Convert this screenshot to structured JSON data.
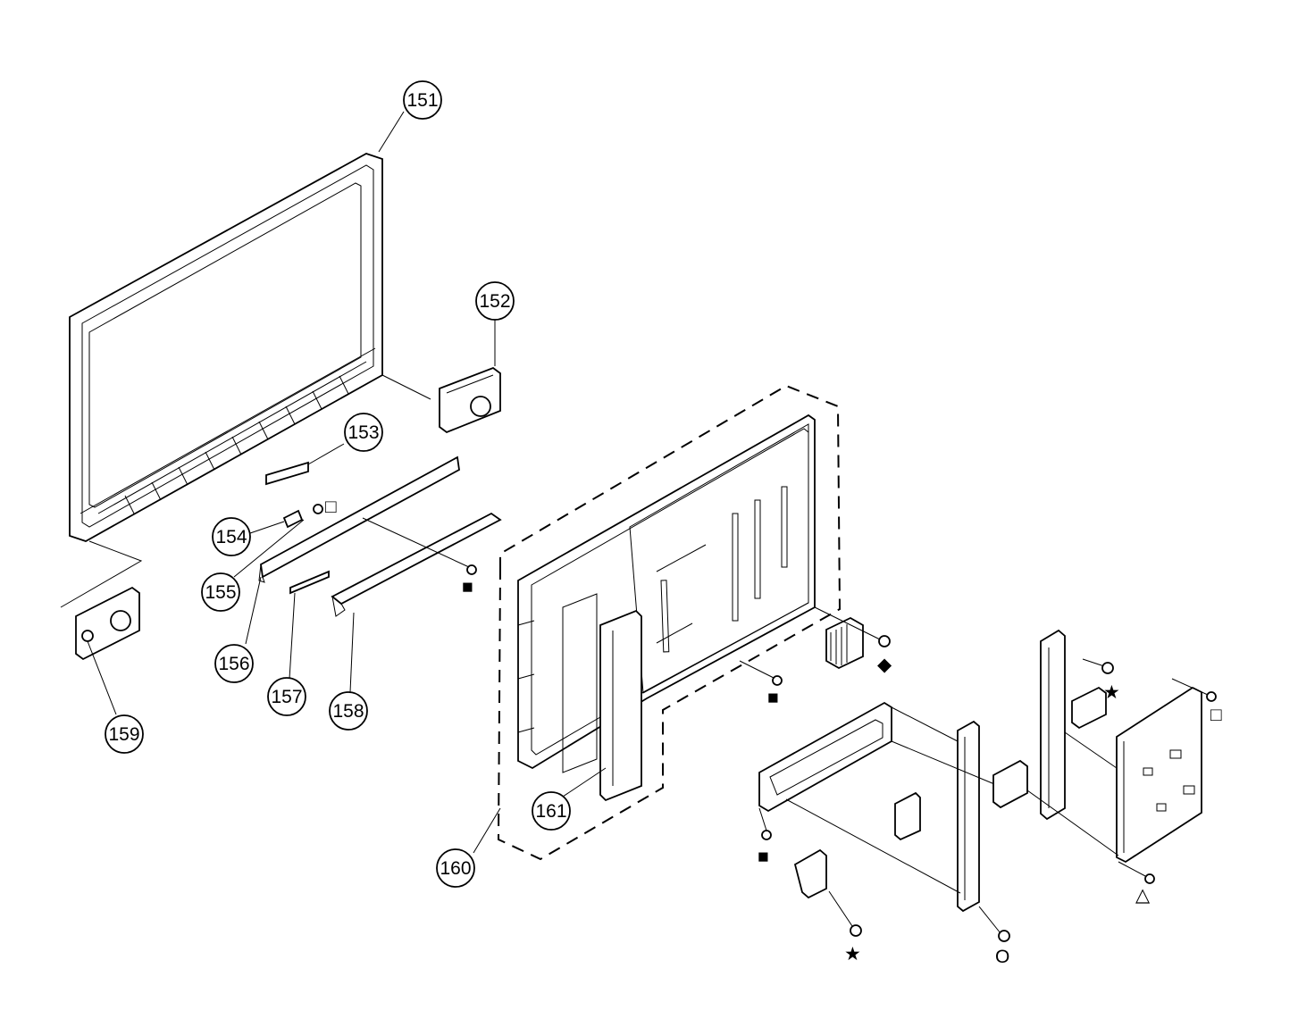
{
  "diagram": {
    "parts": {
      "p151": "151",
      "p152": "152",
      "p153": "153",
      "p154": "154",
      "p155": "155",
      "p156": "156",
      "p157": "157",
      "p158": "158",
      "p159": "159",
      "p160": "160",
      "p161": "161"
    },
    "symbols": {
      "square_filled": "■",
      "square_open": "□",
      "star": "★",
      "diamond": "◆",
      "triangle": "△",
      "circle": "O"
    }
  }
}
